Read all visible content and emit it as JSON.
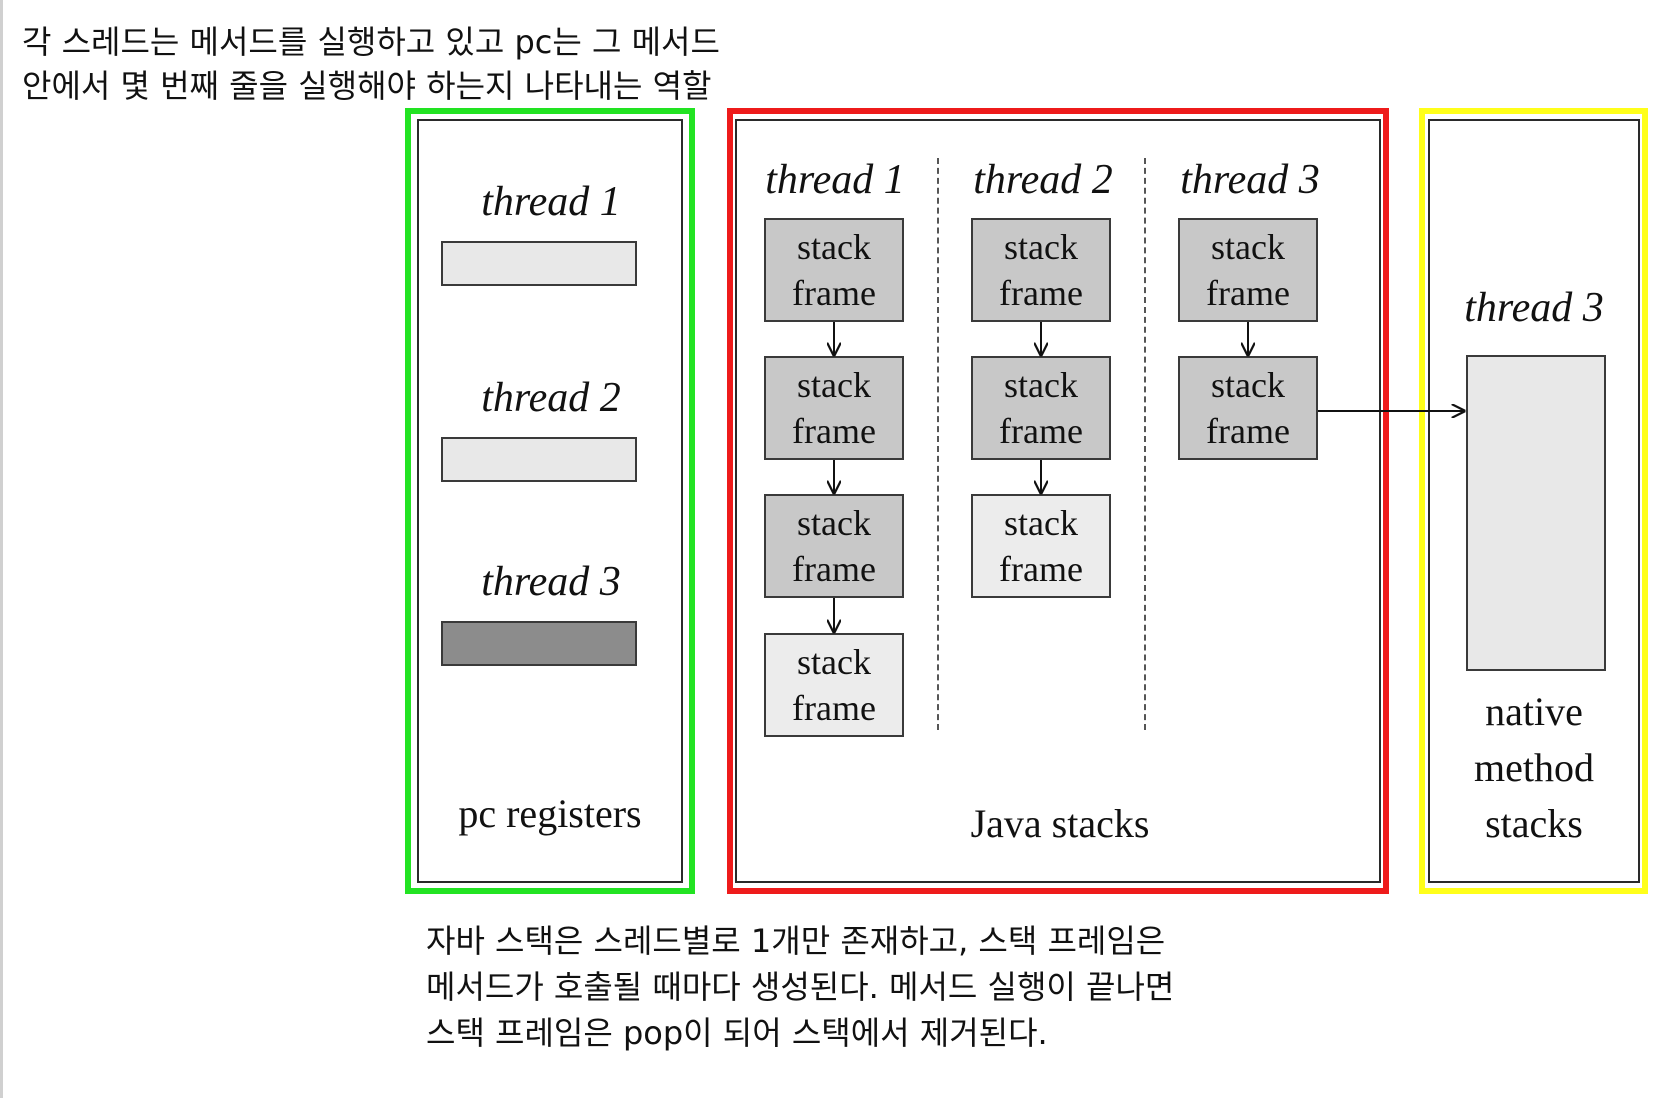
{
  "annotations": {
    "top_lines": [
      "각 스레드는 메서드를 실행하고 있고 pc는 그 메서드",
      "안에서 몇 번째 줄을 실행해야 하는지 나타내는 역할"
    ],
    "bottom_lines": [
      "자바 스택은 스레드별로 1개만 존재하고, 스택 프레임은",
      "메서드가 호출될 때마다 생성된다. 메서드 실행이 끝나면",
      "스택 프레임은 pop이 되어 스택에서 제거된다."
    ]
  },
  "highlight_colors": {
    "pc_registers": "#22e322",
    "java_stacks": "#ee1b1b",
    "native_method_stacks": "#ffff1a"
  },
  "pc_registers": {
    "caption": "pc registers",
    "threads": [
      {
        "label": "thread 1",
        "register_fill": "#e8e8e8"
      },
      {
        "label": "thread 2",
        "register_fill": "#e8e8e8"
      },
      {
        "label": "thread 3",
        "register_fill": "#8c8c8c"
      }
    ]
  },
  "java_stacks": {
    "caption": "Java stacks",
    "frame_line1": "stack",
    "frame_line2": "frame",
    "colors": {
      "active_frame": "#c8c8c8",
      "top_frame": "#ececec"
    },
    "threads": [
      {
        "label": "thread 1",
        "frame_count": 4
      },
      {
        "label": "thread 2",
        "frame_count": 3
      },
      {
        "label": "thread 3",
        "frame_count": 2
      }
    ]
  },
  "native_method_stacks": {
    "thread_label": "thread 3",
    "caption_lines": [
      "native",
      "method",
      "stacks"
    ],
    "box_fill": "#e8e8e8"
  }
}
